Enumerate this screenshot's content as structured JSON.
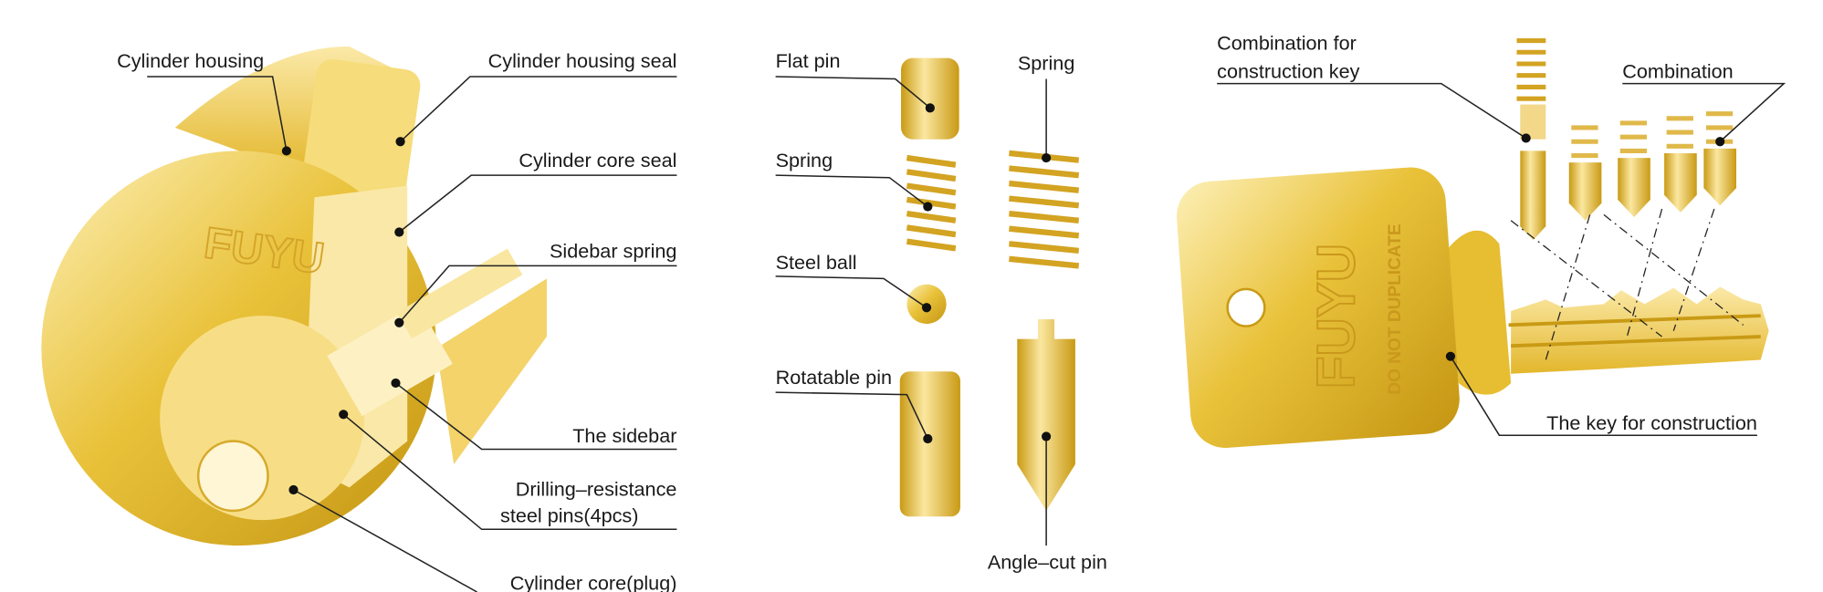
{
  "colors": {
    "gold_light": "#fbe7a0",
    "gold": "#e6bb2e",
    "gold_dark": "#b88a10",
    "ink": "#1a1a1a"
  },
  "cylinder": {
    "logo": "FUYU",
    "labels": {
      "housing": "Cylinder housing",
      "housing_seal": "Cylinder housing seal",
      "core_seal": "Cylinder core seal",
      "sidebar_spring": "Sidebar spring",
      "sidebar": "The sidebar",
      "pins_line1": "Drilling–resistance",
      "pins_line2": "steel pins(4pcs)",
      "core": "Cylinder core(plug)"
    }
  },
  "pins": {
    "labels": {
      "flat_pin": "Flat pin",
      "spring_left": "Spring",
      "steel_ball": "Steel ball",
      "rotatable_pin": "Rotatable pin",
      "spring_right": "Spring",
      "angle_cut_pin": "Angle–cut pin"
    }
  },
  "key": {
    "logo": "FUYU",
    "engraving": "DO NOT DUPLICATE",
    "labels": {
      "construction_combo_line1": "Combination for",
      "construction_combo_line2": "construction key",
      "combination": "Combination",
      "construction_key": "The key for construction"
    }
  }
}
